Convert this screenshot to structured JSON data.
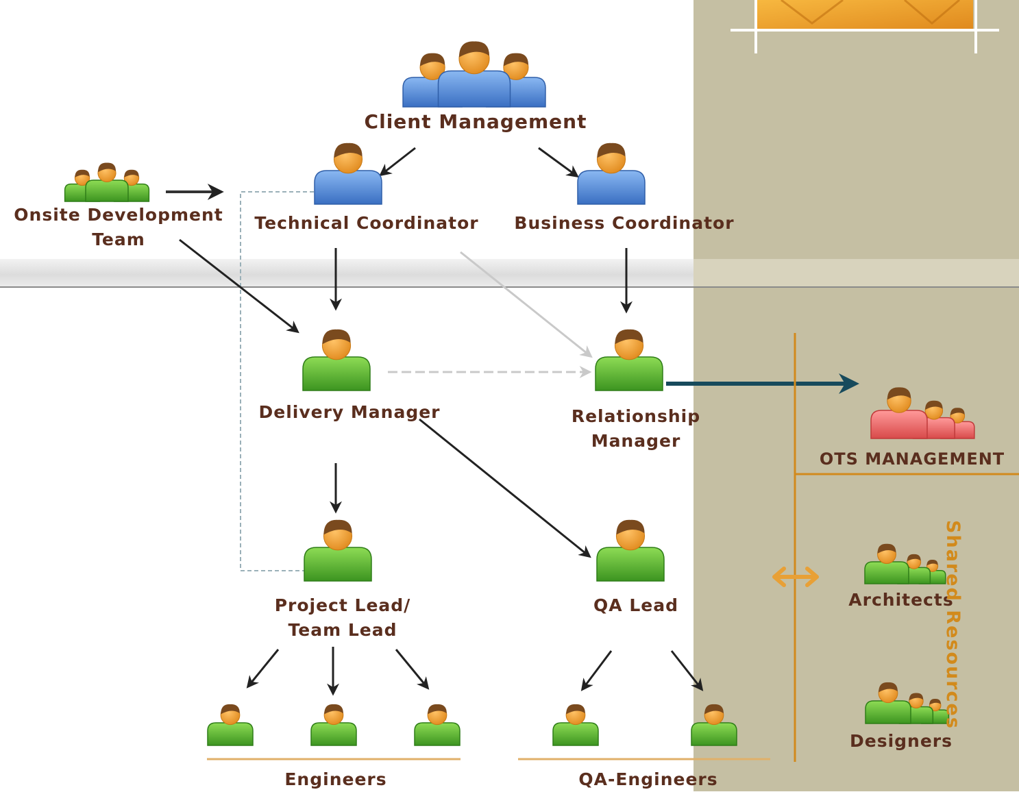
{
  "colors": {
    "label": "#5a2e1e",
    "panel": "#c5bfa3",
    "accent": "#d28a1c",
    "blue_person": "#4f86d6",
    "green_person": "#4fa82c",
    "red_person": "#e05a5a",
    "skin": "#f2a23a",
    "hair": "#7a4a1e",
    "arrow_dark": "#222222",
    "arrow_teal": "#174a5c"
  },
  "nodes": {
    "client_management": "Client Management",
    "technical_coordinator": "Technical Coordinator",
    "business_coordinator": "Business Coordinator",
    "onsite_team_line1": "Onsite Development",
    "onsite_team_line2": "Team",
    "delivery_manager": "Delivery Manager",
    "relationship_manager_line1": "Relationship",
    "relationship_manager_line2": "Manager",
    "project_lead_line1": "Project Lead/",
    "project_lead_line2": "Team Lead",
    "qa_lead": "QA Lead",
    "engineers": "Engineers",
    "qa_engineers": "QA-Engineers",
    "ots_management": "OTS MANAGEMENT",
    "architects": "Architects",
    "designers": "Designers",
    "shared_resources": "Shared Resources"
  },
  "icons": {
    "client_management": "group-person-icon",
    "onsite_team": "group-person-icon",
    "ots_management": "group-person-icon",
    "architects": "group-person-icon",
    "designers": "group-person-icon",
    "single": "person-icon",
    "exchange": "double-arrow-icon",
    "logo": "logo-icon"
  }
}
